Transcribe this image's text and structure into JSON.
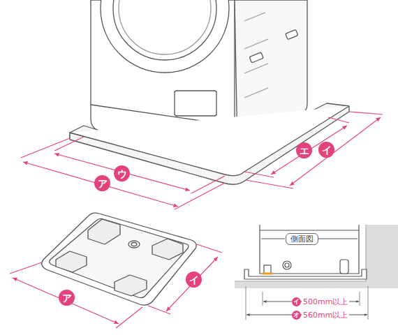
{
  "diagram": {
    "nodes": [
      {
        "text": [
          "ア"
        ]
      },
      {
        "text": [
          "ウ"
        ]
      },
      {
        "text": [
          "エ"
        ]
      },
      {
        "text": [
          "イ"
        ]
      },
      {
        "text": [
          "ア"
        ]
      },
      {
        "text": [
          "イ"
        ]
      },
      {
        "text": [
          "側面図"
        ]
      },
      {
        "text": [
          "イ"
        ]
      },
      {
        "text": [
          "オ"
        ]
      }
    ],
    "labels": [
      "500mm以上",
      "560mm以上"
    ]
  }
}
